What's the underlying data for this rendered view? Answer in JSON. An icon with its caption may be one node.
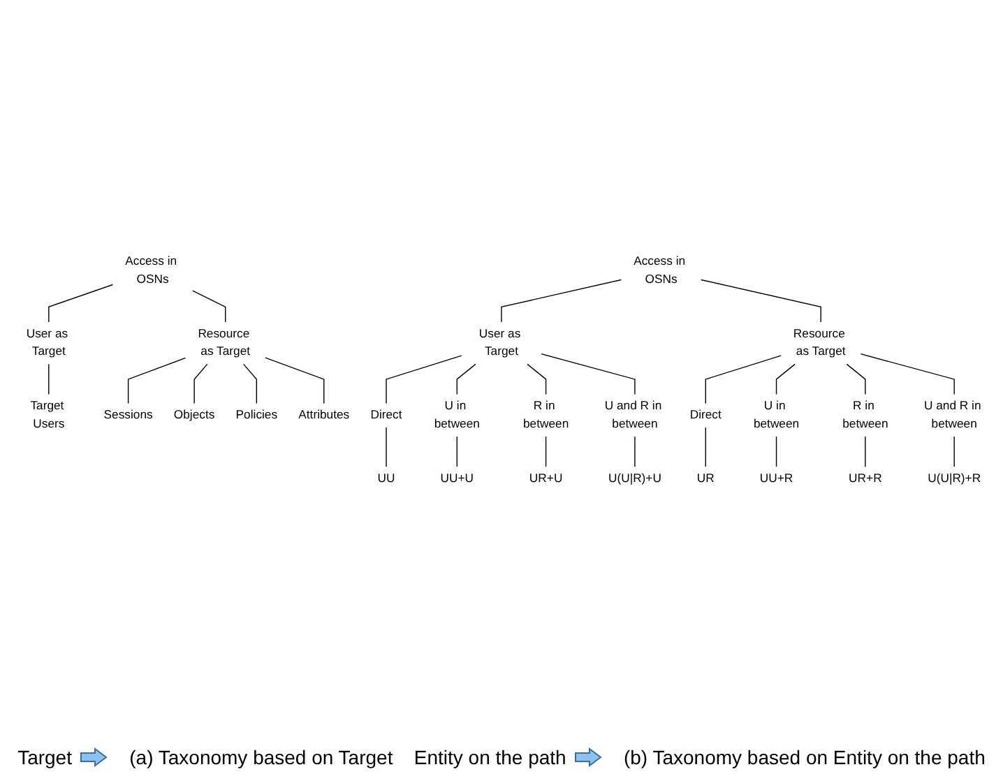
{
  "diagram": {
    "nodes": [
      {
        "text": [
          "Access in OSNs"
        ]
      },
      {
        "text": [
          "User as Target"
        ]
      },
      {
        "text": [
          "Resource as Target"
        ]
      },
      {
        "text": [
          "Target Users"
        ]
      },
      {
        "text": [
          "Sessions"
        ]
      },
      {
        "text": [
          "Objects"
        ]
      },
      {
        "text": [
          "Policies"
        ]
      },
      {
        "text": [
          "Attributes"
        ]
      },
      {
        "text": [
          "Access in OSNs"
        ]
      },
      {
        "text": [
          "User as Target"
        ]
      },
      {
        "text": [
          "Resource as Target"
        ]
      },
      {
        "text": [
          "Direct"
        ]
      },
      {
        "text": [
          "U in between"
        ]
      },
      {
        "text": [
          "R in between"
        ]
      },
      {
        "text": [
          "U and R in between"
        ]
      },
      {
        "text": [
          "Direct"
        ]
      },
      {
        "text": [
          "U in between"
        ]
      },
      {
        "text": [
          "R in between"
        ]
      },
      {
        "text": [
          "U and R in between"
        ]
      },
      {
        "text": [
          "UU"
        ]
      },
      {
        "text": [
          "UU+U"
        ]
      },
      {
        "text": [
          "UR+U"
        ]
      },
      {
        "text": [
          "U(U|R)+U"
        ]
      },
      {
        "text": [
          "UR"
        ]
      },
      {
        "text": [
          "UU+R"
        ]
      },
      {
        "text": [
          "UR+R"
        ]
      },
      {
        "text": [
          "U(U|R)+R"
        ]
      }
    ],
    "edges": [
      {
        "from": 0,
        "to": 1,
        "arrow": "none"
      },
      {
        "from": 0,
        "to": 2,
        "arrow": "none"
      },
      {
        "from": 1,
        "to": 3,
        "arrow": "none"
      },
      {
        "from": 2,
        "to": 4,
        "arrow": "none"
      },
      {
        "from": 2,
        "to": 5,
        "arrow": "none"
      },
      {
        "from": 2,
        "to": 6,
        "arrow": "none"
      },
      {
        "from": 2,
        "to": 7,
        "arrow": "none"
      },
      {
        "from": 8,
        "to": 9,
        "arrow": "none"
      },
      {
        "from": 8,
        "to": 10,
        "arrow": "none"
      },
      {
        "from": 9,
        "to": 11,
        "arrow": "none"
      },
      {
        "from": 9,
        "to": 12,
        "arrow": "none"
      },
      {
        "from": 9,
        "to": 13,
        "arrow": "none"
      },
      {
        "from": 9,
        "to": 14,
        "arrow": "none"
      },
      {
        "from": 10,
        "to": 15,
        "arrow": "none"
      },
      {
        "from": 10,
        "to": 16,
        "arrow": "none"
      },
      {
        "from": 10,
        "to": 17,
        "arrow": "none"
      },
      {
        "from": 10,
        "to": 18,
        "arrow": "none"
      },
      {
        "from": 11,
        "to": 19,
        "arrow": "none"
      },
      {
        "from": 12,
        "to": 20,
        "arrow": "none"
      },
      {
        "from": 13,
        "to": 21,
        "arrow": "none"
      },
      {
        "from": 14,
        "to": 22,
        "arrow": "none"
      },
      {
        "from": 15,
        "to": 23,
        "arrow": "none"
      },
      {
        "from": 16,
        "to": 24,
        "arrow": "none"
      },
      {
        "from": 17,
        "to": 25,
        "arrow": "none"
      },
      {
        "from": 18,
        "to": 26,
        "arrow": "none"
      }
    ],
    "labels": [
      "Target",
      "(a) Taxonomy based on Target",
      "Entity on the path",
      "(b) Taxonomy based on Entity on the path"
    ]
  }
}
